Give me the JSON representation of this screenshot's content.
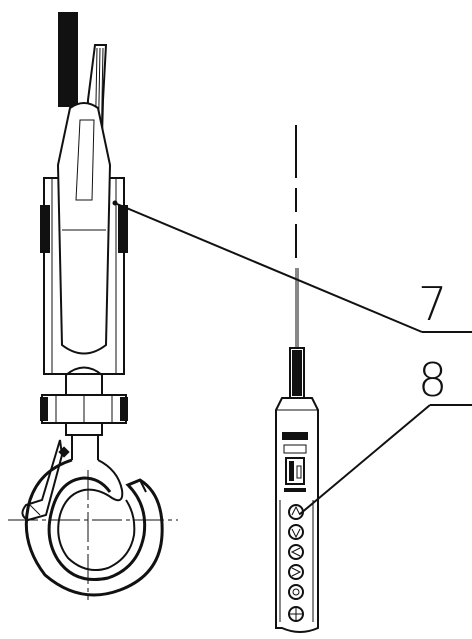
{
  "callouts": [
    {
      "id": "7",
      "label": "7"
    },
    {
      "id": "8",
      "label": "8"
    }
  ],
  "pendant": {
    "brand_plate": "",
    "buttons": [
      "up-arrow",
      "down-arrow",
      "left-arrow",
      "right-arrow",
      "stop",
      "emergency"
    ]
  }
}
